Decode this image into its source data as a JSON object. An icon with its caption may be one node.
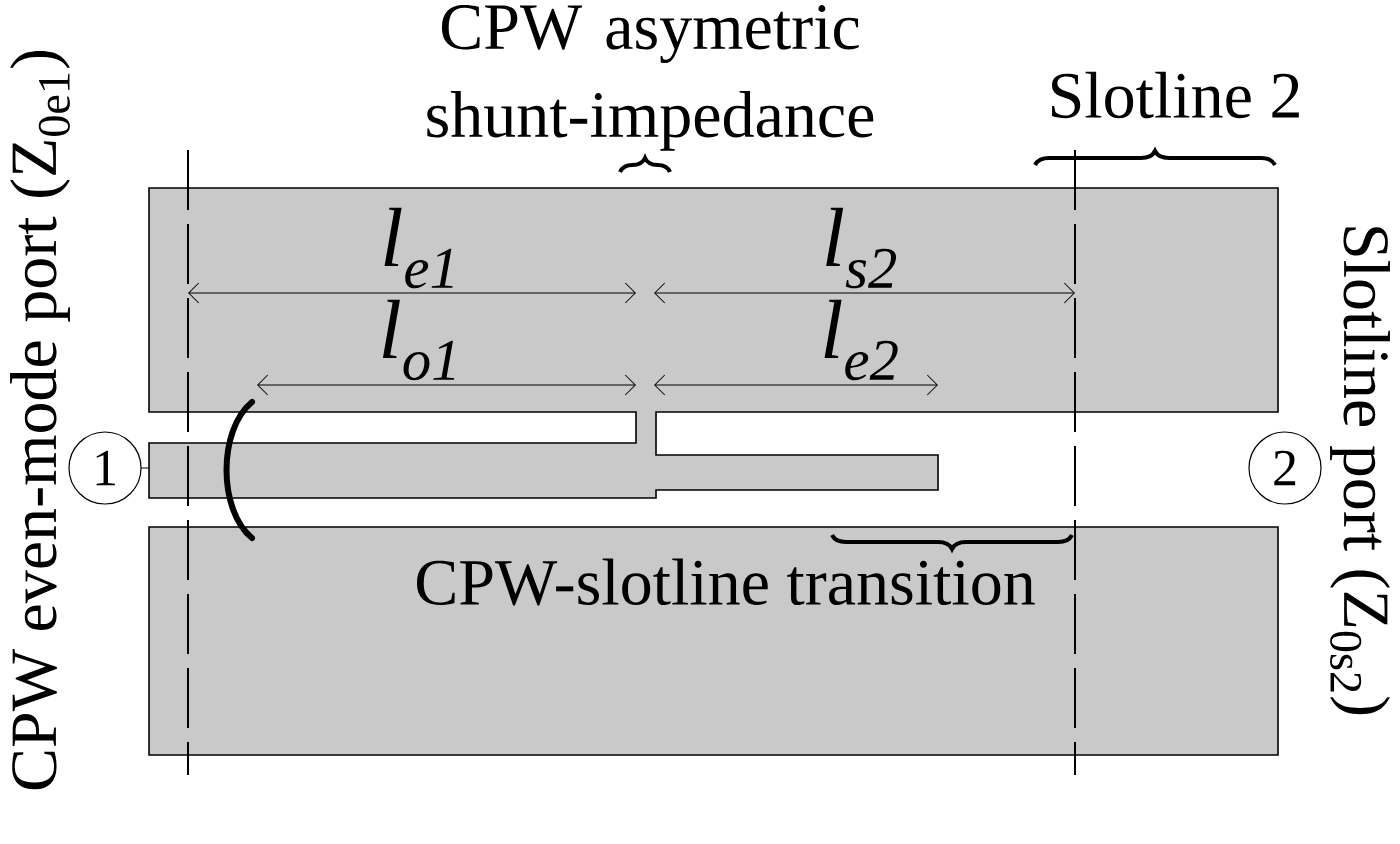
{
  "diagram": {
    "nodes": [
      {
        "text": [
          "1"
        ]
      },
      {
        "text": [
          "2"
        ]
      }
    ],
    "labels": [
      "CPW asymetric shunt-impedance",
      "Slotline 2",
      "CPW even-mode port (Z$_{0e1}$)",
      "Slotline port (Z$_{0s2}$)",
      "l$_{e1}$",
      "l$_{s2}$",
      "l$_{o1}$",
      "l$_{e2}$",
      "CPW-slotline transition"
    ]
  }
}
